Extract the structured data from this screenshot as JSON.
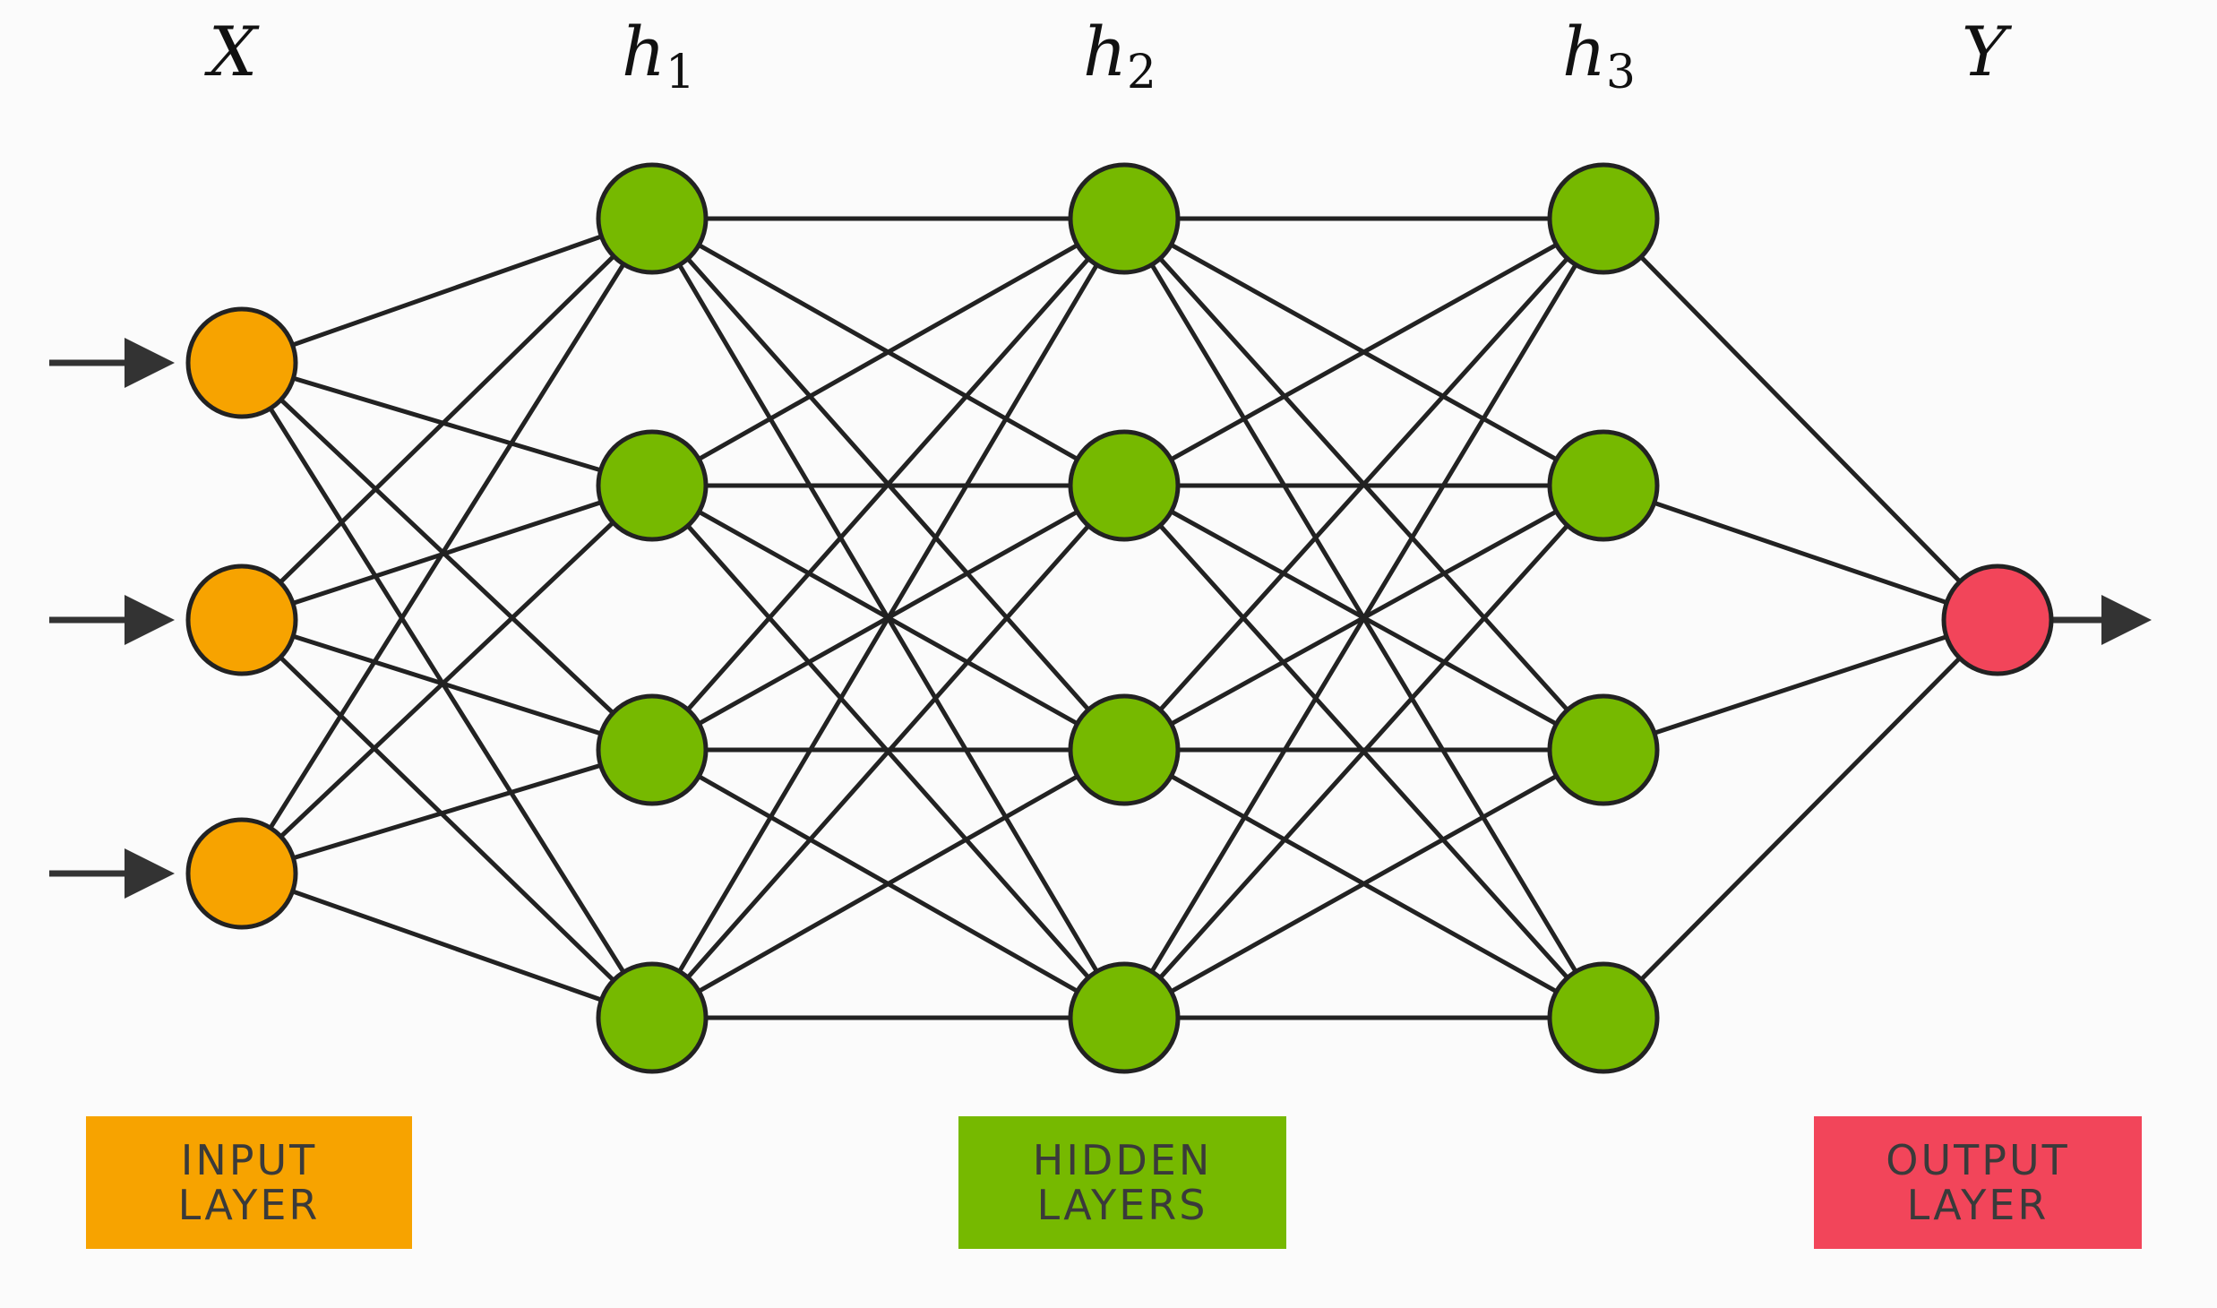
{
  "labels": {
    "x": "X",
    "h1_base": "h",
    "h1_sub": "1",
    "h2_base": "h",
    "h2_sub": "2",
    "h3_base": "h",
    "h3_sub": "3",
    "y": "Y"
  },
  "legend": {
    "input_line1": "INPUT",
    "input_line2": "LAYER",
    "hidden_line1": "HIDDEN",
    "hidden_line2": "LAYERS",
    "output_line1": "OUTPUT",
    "output_line2": "LAYER"
  },
  "network": {
    "layers": [
      {
        "name": "input",
        "nodes": 3,
        "color": "#F7A300"
      },
      {
        "name": "hidden-1",
        "nodes": 4,
        "color": "#76B900"
      },
      {
        "name": "hidden-2",
        "nodes": 4,
        "color": "#76B900"
      },
      {
        "name": "hidden-3",
        "nodes": 4,
        "color": "#76B900"
      },
      {
        "name": "output",
        "nodes": 1,
        "color": "#F2455A"
      }
    ],
    "fully_connected": true,
    "input_arrows": 3,
    "output_arrows": 1
  },
  "colors": {
    "input": "#F7A300",
    "hidden": "#76B900",
    "output": "#F2455A",
    "edge": "#222222",
    "outline": "#222222",
    "background": "#fbfbfb"
  }
}
